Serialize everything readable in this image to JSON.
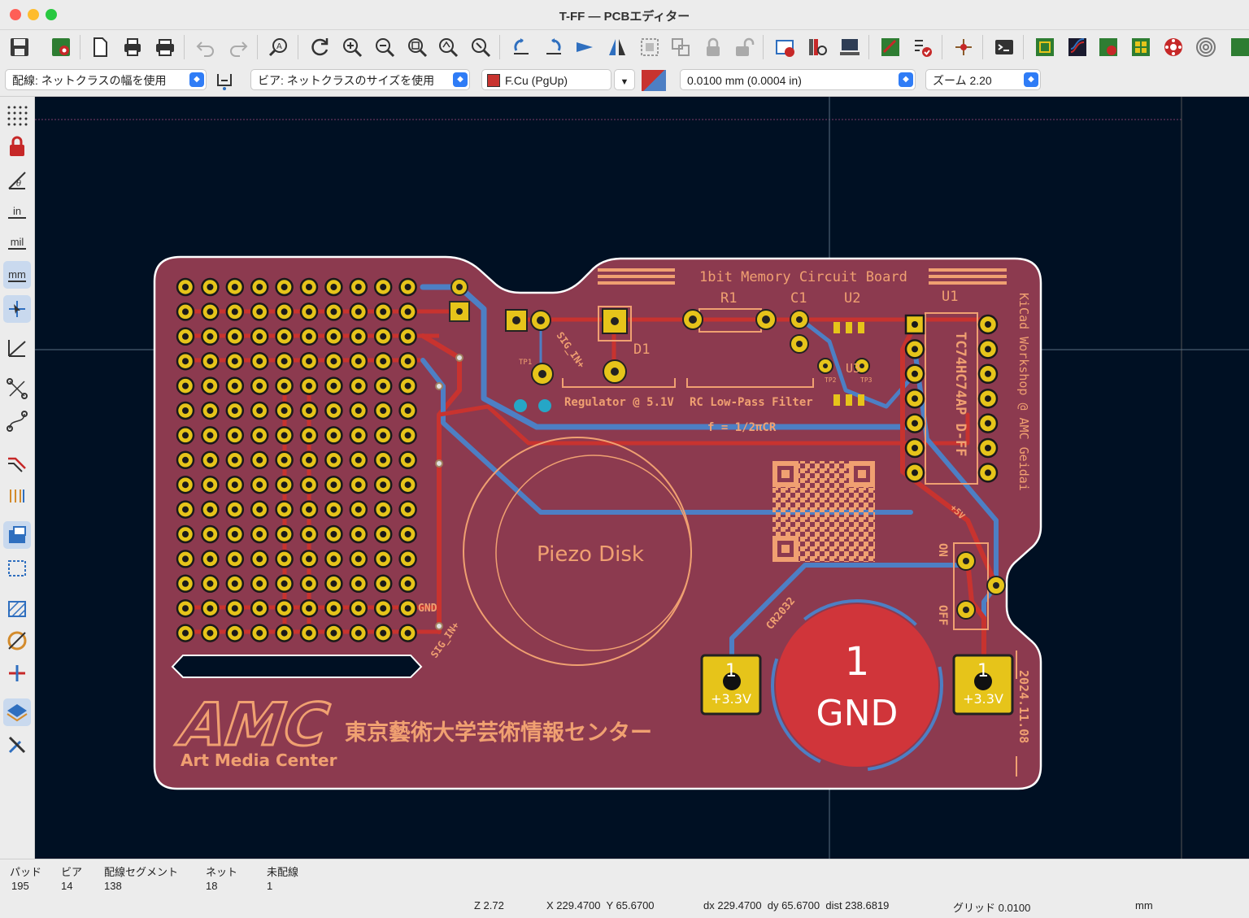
{
  "window": {
    "title": "T-FF — PCBエディター"
  },
  "toolbar2": {
    "track_width": "配線: ネットクラスの幅を使用",
    "via_size": "ビア: ネットクラスのサイズを使用",
    "layer": "F.Cu (PgUp)",
    "grid": "0.0100 mm (0.0004 in)",
    "zoom": "ズーム 2.20"
  },
  "left_toolbar": {
    "in_label": "in",
    "mil_label": "mil",
    "mm_label": "mm"
  },
  "board": {
    "title": "1bit Memory Circuit Board",
    "refs": {
      "r1": "R1",
      "c1": "C1",
      "u2": "U2",
      "u1": "U1",
      "d1": "D1",
      "tp1": "TP1",
      "u3": "U3",
      "tp2": "TP2",
      "tp3": "TP3"
    },
    "regulator": "Regulator @ 5.1V",
    "filter": "RC Low-Pass Filter",
    "formula": "f = 1/2πCR",
    "ic_label": "TC74HC74AP D-FF",
    "vertical_text": "KiCad Workshop @ AMC Geidai",
    "piezo": "Piezo Disk",
    "gnd_label": "GND",
    "sig_in_1": "SIG_IN+",
    "sig_in_2": "SIG_IN+",
    "cr2032": "CR2032",
    "on": "ON",
    "off": "OFF",
    "plus5v": "+5V",
    "batt_num": "1",
    "batt_gnd": "GND",
    "pad_num_left": "1",
    "pad_volt_left": "+3.3V",
    "pad_num_right": "1",
    "pad_volt_right": "+3.3V",
    "date": "2024.11.08",
    "logo_text": "AMC",
    "logo_sub": "Art Media Center",
    "jp_text": "東京藝術大学芸術情報センター"
  },
  "status": {
    "pads_label": "パッド",
    "pads": "195",
    "vias_label": "ビア",
    "vias": "14",
    "segs_label": "配線セグメント",
    "segs": "138",
    "nets_label": "ネット",
    "nets": "18",
    "unrouted_label": "未配線",
    "unrouted": "1",
    "z": "Z 2.72",
    "xy": "X 229.4700  Y 65.6700",
    "dxy": "dx 229.4700  dy 65.6700  dist 238.6819",
    "grid": "グリッド 0.0100",
    "units": "mm"
  },
  "colors": {
    "board": "#8c3a4f",
    "copper_top": "#c8332f",
    "copper_bottom": "#4d7fc4",
    "pad": "#e6c41a",
    "silk": "#f0a071",
    "canvas": "#001023"
  }
}
